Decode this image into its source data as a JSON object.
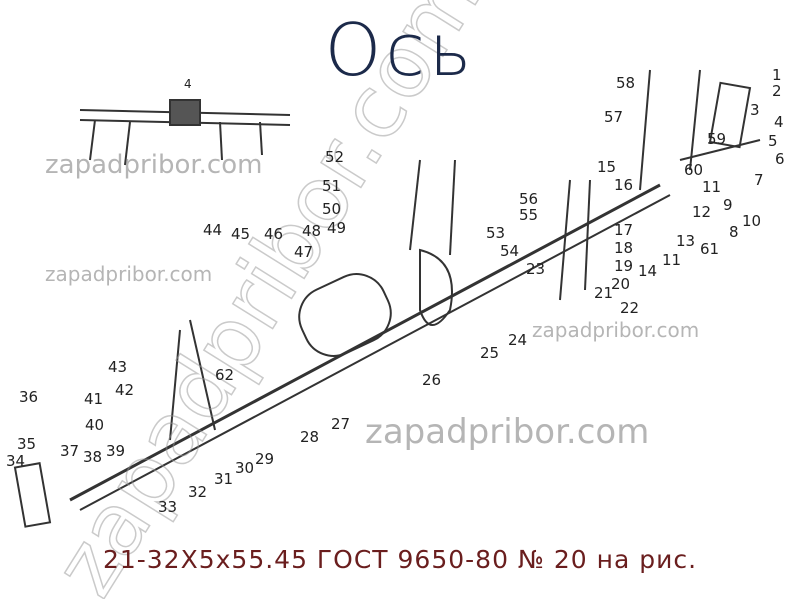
{
  "title": "Ось",
  "caption": "21-32Х5х55.45 ГОСТ 9650-80 № 20 на рис.",
  "watermark": "zapadpribor.com",
  "inset_label": "4",
  "parts": [
    "1",
    "2",
    "3",
    "4",
    "5",
    "6",
    "7",
    "8",
    "9",
    "10",
    "11",
    "11",
    "12",
    "13",
    "14",
    "15",
    "16",
    "17",
    "18",
    "19",
    "20",
    "21",
    "22",
    "23",
    "24",
    "25",
    "26",
    "27",
    "28",
    "29",
    "30",
    "31",
    "32",
    "33",
    "34",
    "35",
    "36",
    "37",
    "38",
    "39",
    "40",
    "41",
    "42",
    "43",
    "44",
    "45",
    "46",
    "47",
    "48",
    "49",
    "50",
    "51",
    "52",
    "53",
    "54",
    "55",
    "56",
    "57",
    "58",
    "59",
    "60",
    "61",
    "62"
  ],
  "colors": {
    "title": "#1c2a4a",
    "caption": "#6a1e1e",
    "drawing": "#333333"
  }
}
